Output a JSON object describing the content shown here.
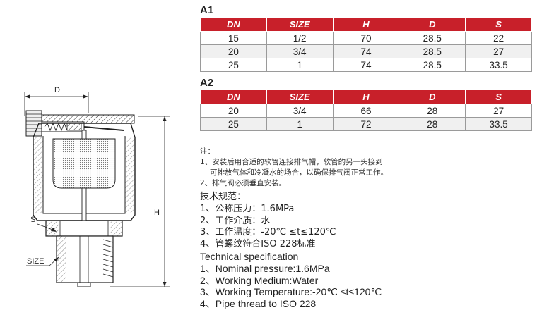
{
  "drawing": {
    "labels": {
      "d": "D",
      "h": "H",
      "s": "S",
      "size": "SIZE"
    }
  },
  "table_a1": {
    "title": "A1",
    "headers": [
      "DN",
      "SIZE",
      "H",
      "D",
      "S"
    ],
    "rows": [
      [
        "15",
        "1/2",
        "70",
        "28.5",
        "22"
      ],
      [
        "20",
        "3/4",
        "74",
        "28.5",
        "27"
      ],
      [
        "25",
        "1",
        "74",
        "28.5",
        "33.5"
      ]
    ]
  },
  "table_a2": {
    "title": "A2",
    "headers": [
      "DN",
      "SIZE",
      "H",
      "D",
      "S"
    ],
    "rows": [
      [
        "20",
        "3/4",
        "66",
        "28",
        "27"
      ],
      [
        "25",
        "1",
        "72",
        "28",
        "33.5"
      ]
    ]
  },
  "notes": {
    "heading": "注：",
    "line1": "1、安装后用合适的软管连接排气帽，软管的另一头接到",
    "line1b": "可排放气体和冷凝水的场合，以确保排气阀正常工作。",
    "line2": "2、排气阀必须垂直安装。"
  },
  "specs_cn": {
    "heading": "技术规范：",
    "items": [
      "1、公称压力：1.6MPa",
      "2、工作介质：水",
      "3、工作温度：-20℃ ≤t≤120℃",
      "4、管螺纹符合ISO 228标准"
    ]
  },
  "specs_en": {
    "heading": "Technical specification",
    "items": [
      "1、Nominal pressure:1.6MPa",
      "2、Working Medium:Water",
      "3、Working Temperature:-20℃ ≤t≤120℃",
      "4、Pipe thread to ISO 228"
    ]
  }
}
